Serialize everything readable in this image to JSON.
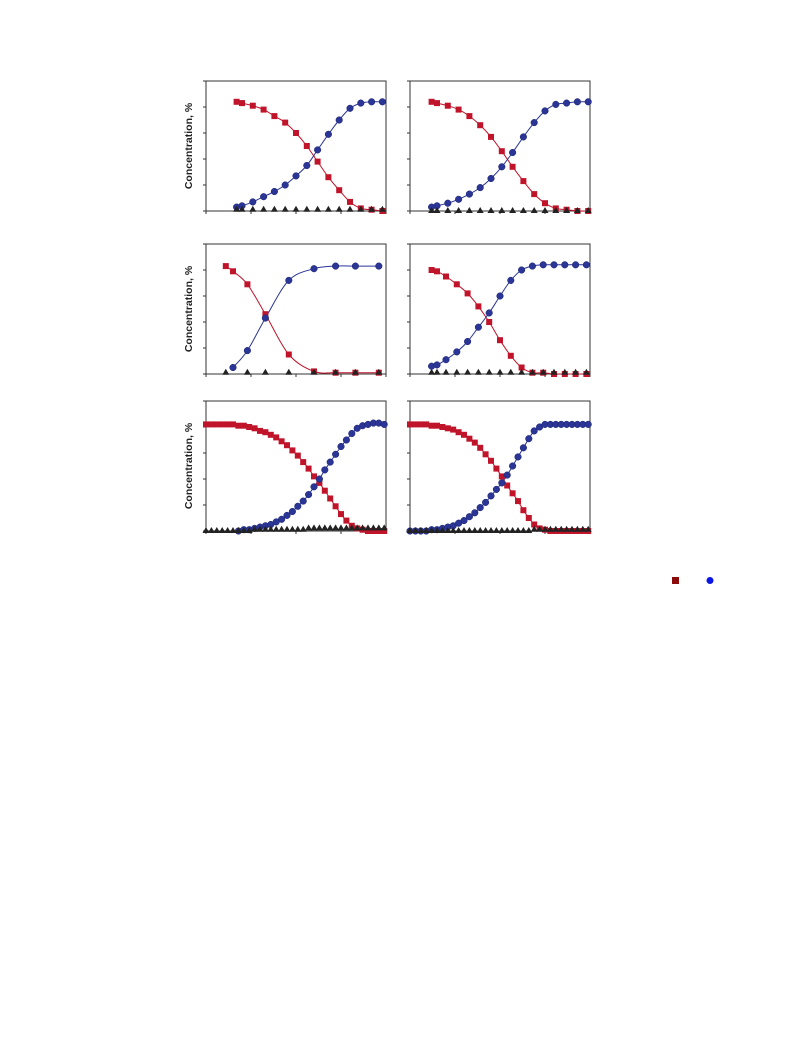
{
  "page": {
    "ylabel": "Concentration, %",
    "colors": {
      "reactant": "#c0142a",
      "product": "#2a3596",
      "byproduct": "#222222",
      "legend_reactant": "#8b0a0a",
      "legend_product": "#0a14e6",
      "axis": "#333333"
    }
  },
  "chart_data": [
    {
      "type": "scatter",
      "ylabel": "Concentration, %",
      "xlim": [
        0,
        100
      ],
      "ylim": [
        0,
        100
      ],
      "series": [
        {
          "marker": "square",
          "color": "#c0142a",
          "fit": true,
          "x": [
            17,
            20,
            26,
            32,
            38,
            44,
            50,
            56,
            62,
            68,
            74,
            80,
            86,
            92,
            98
          ],
          "y": [
            84,
            83,
            81,
            78,
            73,
            68,
            60,
            50,
            38,
            26,
            16,
            7,
            2,
            1,
            0
          ]
        },
        {
          "marker": "circle",
          "color": "#2a3596",
          "fit": true,
          "x": [
            17,
            20,
            26,
            32,
            38,
            44,
            50,
            56,
            62,
            68,
            74,
            80,
            86,
            92,
            98
          ],
          "y": [
            3,
            4,
            7,
            11,
            15,
            20,
            27,
            35,
            47,
            59,
            70,
            79,
            83,
            84,
            84
          ]
        },
        {
          "marker": "triangle",
          "color": "#222222",
          "fit": false,
          "x": [
            17,
            20,
            26,
            32,
            38,
            44,
            50,
            56,
            62,
            68,
            74,
            80,
            86,
            92,
            98
          ],
          "y": [
            1,
            1,
            1,
            1,
            1,
            1,
            1,
            1,
            1,
            1,
            1,
            1,
            1,
            1,
            1
          ]
        }
      ]
    },
    {
      "type": "scatter",
      "ylabel": "",
      "xlim": [
        0,
        100
      ],
      "ylim": [
        0,
        100
      ],
      "series": [
        {
          "marker": "square",
          "color": "#c0142a",
          "fit": true,
          "x": [
            12,
            15,
            21,
            27,
            33,
            39,
            45,
            51,
            57,
            63,
            69,
            75,
            81,
            87,
            93,
            99
          ],
          "y": [
            84,
            83,
            81,
            78,
            73,
            66,
            57,
            46,
            34,
            23,
            13,
            6,
            2,
            1,
            0,
            0
          ]
        },
        {
          "marker": "circle",
          "color": "#2a3596",
          "fit": true,
          "x": [
            12,
            15,
            21,
            27,
            33,
            39,
            45,
            51,
            57,
            63,
            69,
            75,
            81,
            87,
            93,
            99
          ],
          "y": [
            3,
            4,
            6,
            9,
            13,
            18,
            25,
            34,
            45,
            57,
            68,
            77,
            82,
            83,
            84,
            84
          ]
        },
        {
          "marker": "triangle",
          "color": "#222222",
          "fit": false,
          "x": [
            12,
            15,
            21,
            27,
            33,
            39,
            45,
            51,
            57,
            63,
            69,
            75,
            81,
            87,
            93,
            99
          ],
          "y": [
            0,
            0,
            0,
            0,
            0,
            0,
            0,
            0,
            0,
            0,
            0,
            0,
            0,
            0,
            0,
            0
          ]
        }
      ]
    },
    {
      "type": "scatter",
      "ylabel": "Concentration, %",
      "xlim": [
        0,
        100
      ],
      "ylim": [
        0,
        100
      ],
      "series": [
        {
          "marker": "square",
          "color": "#c0142a",
          "fit": true,
          "x": [
            11,
            15,
            23,
            33,
            46,
            60,
            72,
            83,
            96
          ],
          "y": [
            83,
            79,
            69,
            46,
            15,
            2,
            1,
            1,
            1
          ]
        },
        {
          "marker": "circle",
          "color": "#2a3596",
          "fit": true,
          "x": [
            15,
            23,
            33,
            46,
            60,
            72,
            83,
            96
          ],
          "y": [
            5,
            18,
            43,
            72,
            81,
            83,
            83,
            83
          ]
        },
        {
          "marker": "triangle",
          "color": "#222222",
          "fit": false,
          "x": [
            11,
            23,
            33,
            46,
            60,
            72,
            83,
            96
          ],
          "y": [
            1,
            1,
            1,
            1,
            1,
            1,
            1,
            1
          ]
        }
      ]
    },
    {
      "type": "scatter",
      "ylabel": "",
      "xlim": [
        0,
        100
      ],
      "ylim": [
        0,
        100
      ],
      "series": [
        {
          "marker": "square",
          "color": "#c0142a",
          "fit": true,
          "x": [
            12,
            15,
            20,
            26,
            32,
            38,
            44,
            50,
            56,
            62,
            68,
            74,
            80,
            86,
            92,
            98
          ],
          "y": [
            80,
            79,
            75,
            69,
            62,
            52,
            40,
            26,
            14,
            5,
            1,
            1,
            0,
            0,
            0,
            0
          ]
        },
        {
          "marker": "circle",
          "color": "#2a3596",
          "fit": true,
          "x": [
            12,
            15,
            20,
            26,
            32,
            38,
            44,
            50,
            56,
            62,
            68,
            74,
            80,
            86,
            92,
            98
          ],
          "y": [
            6,
            7,
            11,
            17,
            25,
            36,
            47,
            60,
            72,
            80,
            83,
            84,
            84,
            84,
            84,
            84
          ]
        },
        {
          "marker": "triangle",
          "color": "#222222",
          "fit": false,
          "x": [
            12,
            15,
            20,
            26,
            32,
            38,
            44,
            50,
            56,
            62,
            68,
            74,
            80,
            86,
            92,
            98
          ],
          "y": [
            1,
            1,
            1,
            1,
            1,
            1,
            1,
            1,
            1,
            1,
            1,
            1,
            1,
            1,
            1,
            1
          ]
        }
      ]
    },
    {
      "type": "scatter",
      "ylabel": "Concentration, %",
      "xlim": [
        0,
        100
      ],
      "ylim": [
        0,
        100
      ],
      "series": [
        {
          "marker": "square",
          "color": "#c0142a",
          "fit": true,
          "x": [
            0,
            3,
            6,
            9,
            12,
            15,
            18,
            21,
            24,
            27,
            30,
            33,
            36,
            39,
            42,
            45,
            48,
            51,
            54,
            57,
            60,
            63,
            66,
            69,
            72,
            75,
            78,
            81,
            84,
            87,
            90,
            93,
            96,
            99
          ],
          "y": [
            82,
            82,
            82,
            82,
            82,
            82,
            81,
            81,
            80,
            79,
            77,
            76,
            74,
            72,
            69,
            66,
            62,
            58,
            53,
            48,
            42,
            37,
            31,
            25,
            19,
            13,
            8,
            4,
            2,
            1,
            0,
            0,
            0,
            0
          ]
        },
        {
          "marker": "circle",
          "color": "#2a3596",
          "fit": true,
          "x": [
            18,
            21,
            24,
            27,
            30,
            33,
            36,
            39,
            42,
            45,
            48,
            51,
            54,
            57,
            60,
            63,
            66,
            69,
            72,
            75,
            78,
            81,
            84,
            87,
            90,
            93,
            96,
            99
          ],
          "y": [
            0,
            1,
            1,
            2,
            3,
            4,
            5,
            7,
            9,
            12,
            15,
            19,
            23,
            28,
            34,
            40,
            47,
            53,
            59,
            65,
            70,
            75,
            79,
            81,
            82,
            83,
            83,
            82
          ]
        },
        {
          "marker": "triangle",
          "color": "#222222",
          "fit": false,
          "x": [
            0,
            3,
            6,
            9,
            12,
            15,
            18,
            21,
            24,
            27,
            30,
            33,
            36,
            39,
            42,
            45,
            48,
            51,
            54,
            57,
            60,
            63,
            66,
            69,
            72,
            75,
            78,
            81,
            84,
            87,
            90,
            93,
            96,
            99
          ],
          "y": [
            0,
            0,
            0,
            0,
            0,
            0,
            0,
            0,
            0,
            1,
            1,
            1,
            1,
            1,
            1,
            1,
            1,
            1,
            1,
            2,
            2,
            2,
            2,
            2,
            2,
            2,
            2,
            2,
            2,
            2,
            2,
            2,
            2,
            2
          ]
        }
      ]
    },
    {
      "type": "scatter",
      "ylabel": "",
      "xlim": [
        0,
        100
      ],
      "ylim": [
        0,
        100
      ],
      "series": [
        {
          "marker": "square",
          "color": "#c0142a",
          "fit": true,
          "x": [
            0,
            3,
            6,
            9,
            12,
            15,
            18,
            21,
            24,
            27,
            30,
            33,
            36,
            39,
            42,
            45,
            48,
            51,
            54,
            57,
            60,
            63,
            66,
            69,
            72,
            75,
            78,
            81,
            84,
            87,
            90,
            93,
            96,
            99
          ],
          "y": [
            82,
            82,
            82,
            82,
            81,
            81,
            80,
            79,
            78,
            76,
            74,
            71,
            68,
            64,
            59,
            54,
            48,
            42,
            35,
            29,
            23,
            16,
            10,
            5,
            2,
            1,
            0,
            0,
            0,
            0,
            0,
            0,
            0,
            0
          ]
        },
        {
          "marker": "circle",
          "color": "#2a3596",
          "fit": true,
          "x": [
            0,
            3,
            6,
            9,
            12,
            15,
            18,
            21,
            24,
            27,
            30,
            33,
            36,
            39,
            42,
            45,
            48,
            51,
            54,
            57,
            60,
            63,
            66,
            69,
            72,
            75,
            78,
            81,
            84,
            87,
            90,
            93,
            96,
            99
          ],
          "y": [
            0,
            0,
            0,
            0,
            1,
            1,
            2,
            3,
            4,
            6,
            8,
            11,
            14,
            18,
            22,
            27,
            32,
            37,
            43,
            50,
            57,
            64,
            71,
            77,
            80,
            82,
            82,
            82,
            82,
            82,
            82,
            82,
            82,
            82
          ]
        },
        {
          "marker": "triangle",
          "color": "#222222",
          "fit": false,
          "x": [
            0,
            3,
            6,
            9,
            12,
            15,
            18,
            21,
            24,
            27,
            30,
            33,
            36,
            39,
            42,
            45,
            48,
            51,
            54,
            57,
            60,
            63,
            66,
            69,
            72,
            75,
            78,
            81,
            84,
            87,
            90,
            93,
            96,
            99
          ],
          "y": [
            0,
            0,
            0,
            0,
            0,
            0,
            0,
            0,
            0,
            0,
            0,
            0,
            0,
            0,
            0,
            0,
            0,
            0,
            0,
            0,
            0,
            0,
            0,
            1,
            1,
            1,
            1,
            1,
            1,
            1,
            1,
            1,
            1,
            1
          ]
        }
      ]
    }
  ]
}
